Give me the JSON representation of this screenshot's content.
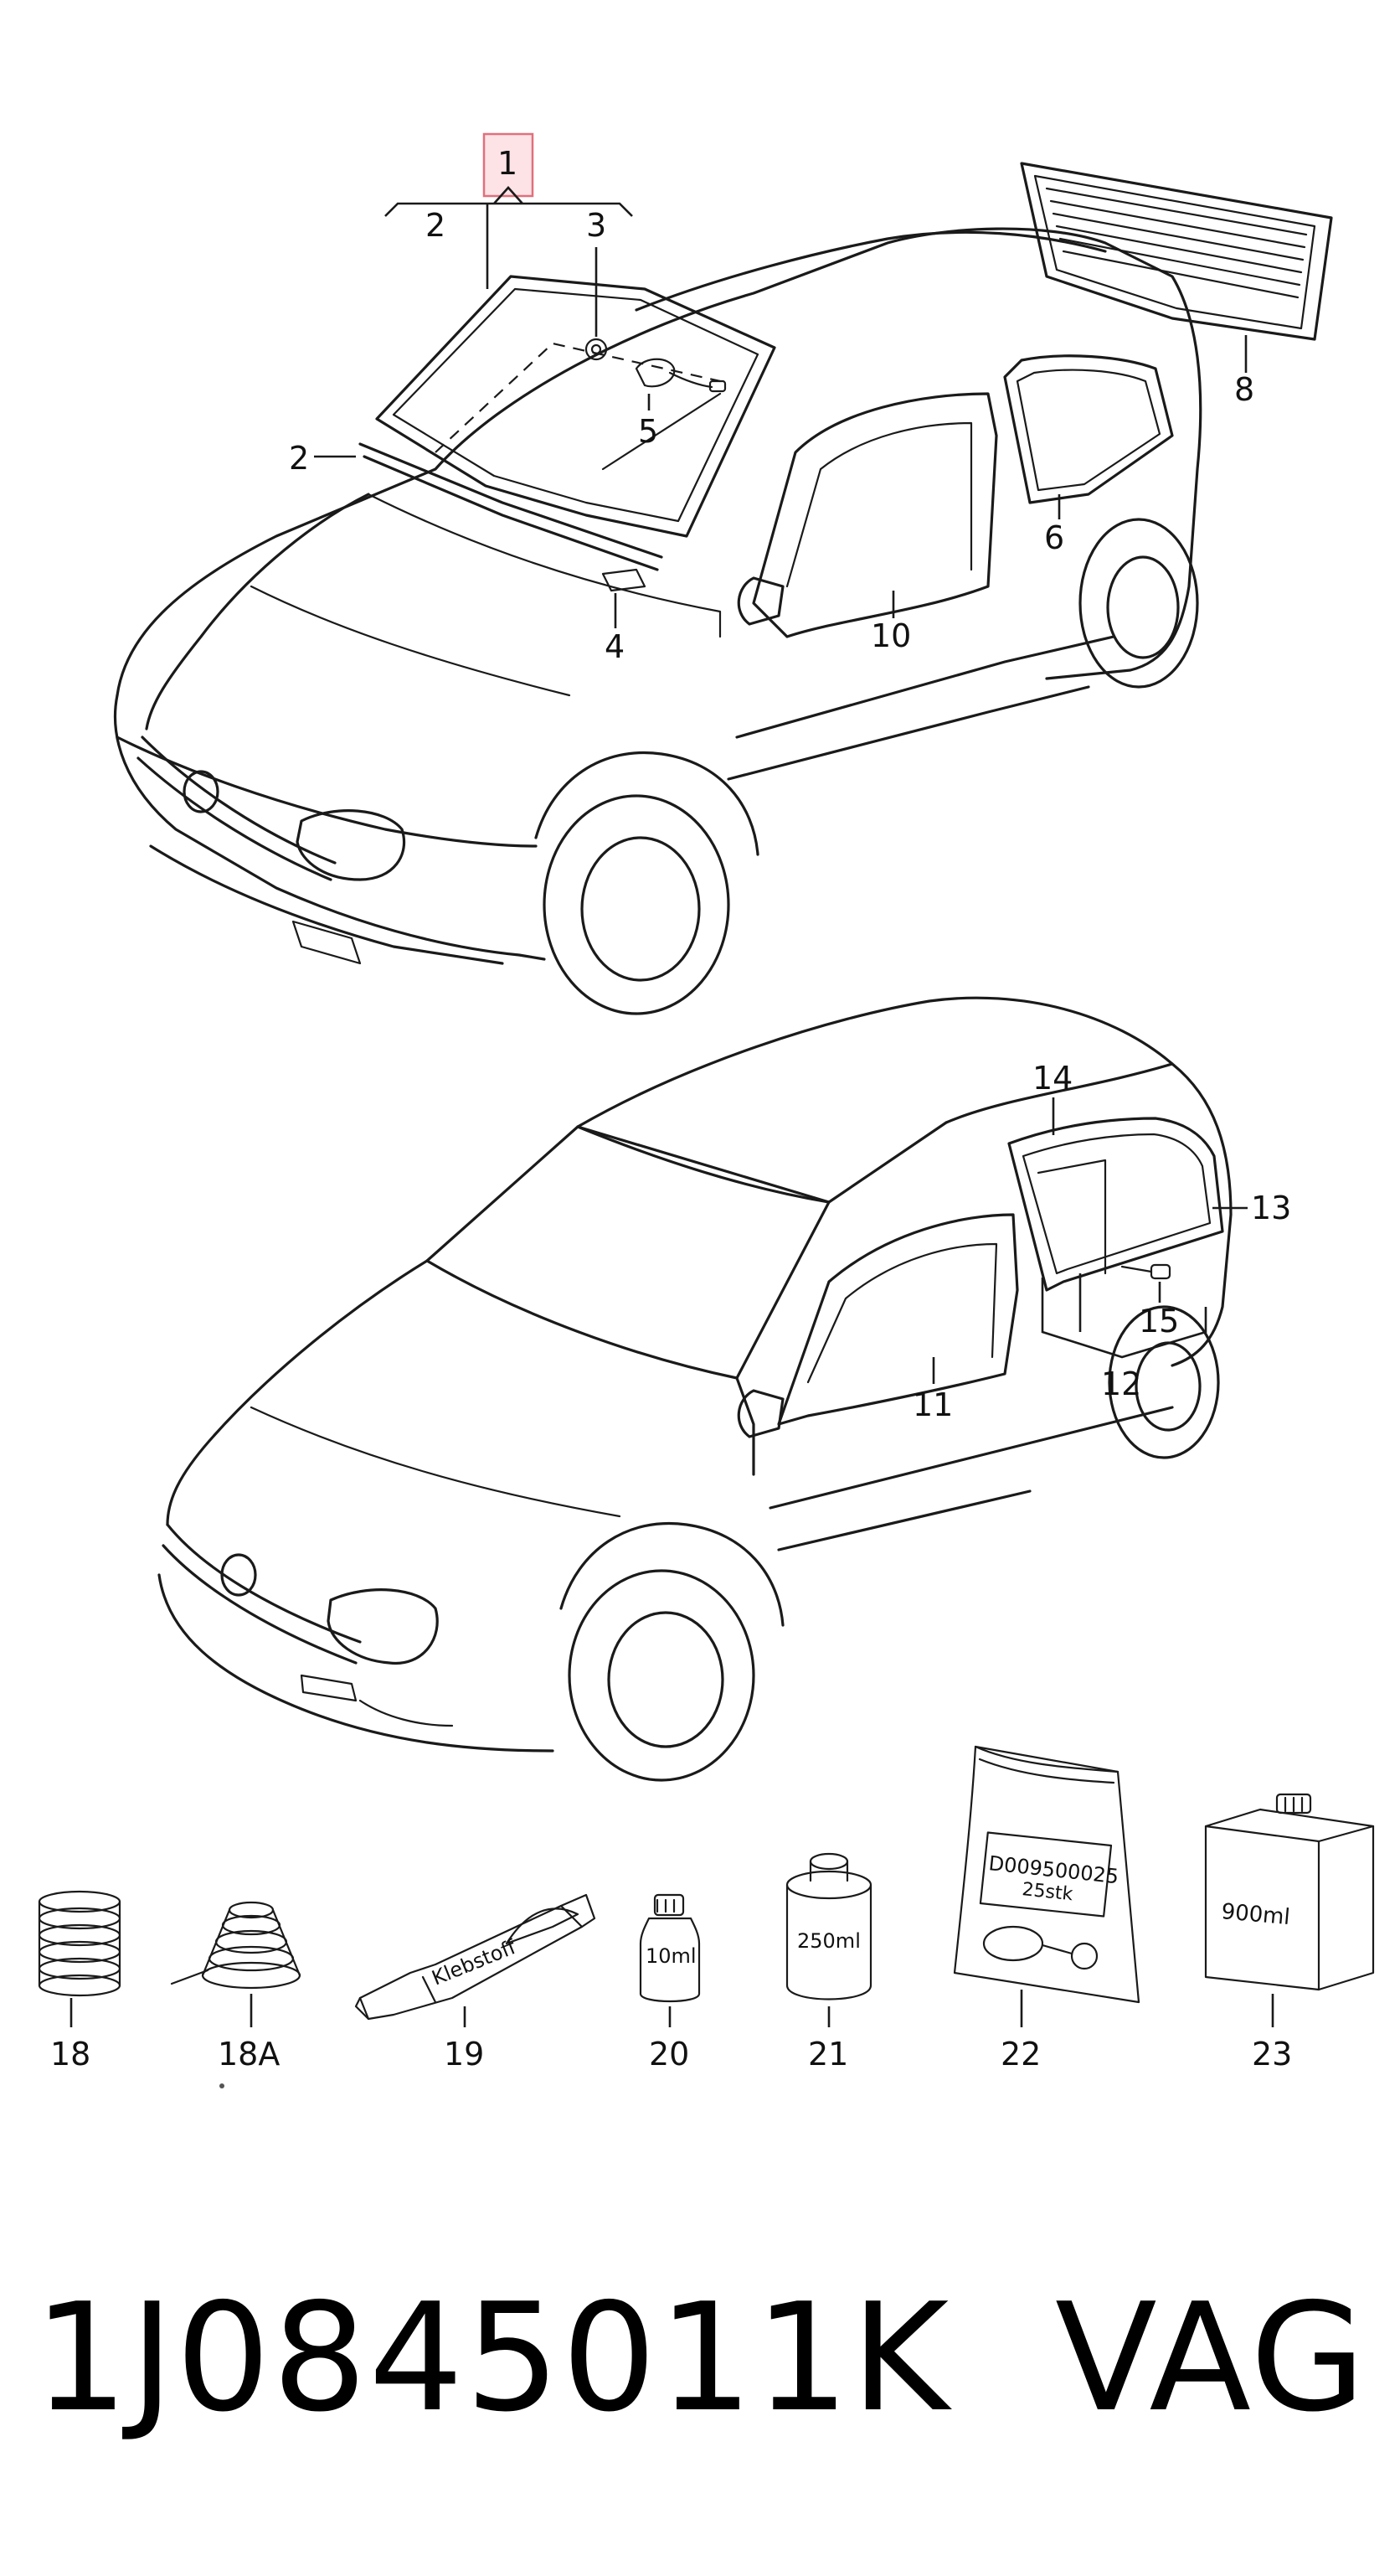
{
  "callouts": {
    "c1": "1",
    "c2a": "2",
    "c2b": "2",
    "c3": "3",
    "c4": "4",
    "c5": "5",
    "c6": "6",
    "c8": "8",
    "c10": "10",
    "c11": "11",
    "c12": "12",
    "c13": "13",
    "c14": "14",
    "c15": "15",
    "c18": "18",
    "c18a": "18A",
    "c19": "19",
    "c20": "20",
    "c21": "21",
    "c22": "22",
    "c23": "23"
  },
  "products": {
    "tube_label": "Klebstoff",
    "bottle_small_label": "10ml",
    "can_label": "250ml",
    "bag_code": "D009500025",
    "bag_qty": "25stk",
    "canister_label": "900ml"
  },
  "footer": {
    "part_number": "1J0845011K",
    "brand": "VAG"
  },
  "colors": {
    "highlight_fill": "#fde3e6",
    "highlight_stroke": "#e0707c",
    "line": "#1a1a1a"
  }
}
